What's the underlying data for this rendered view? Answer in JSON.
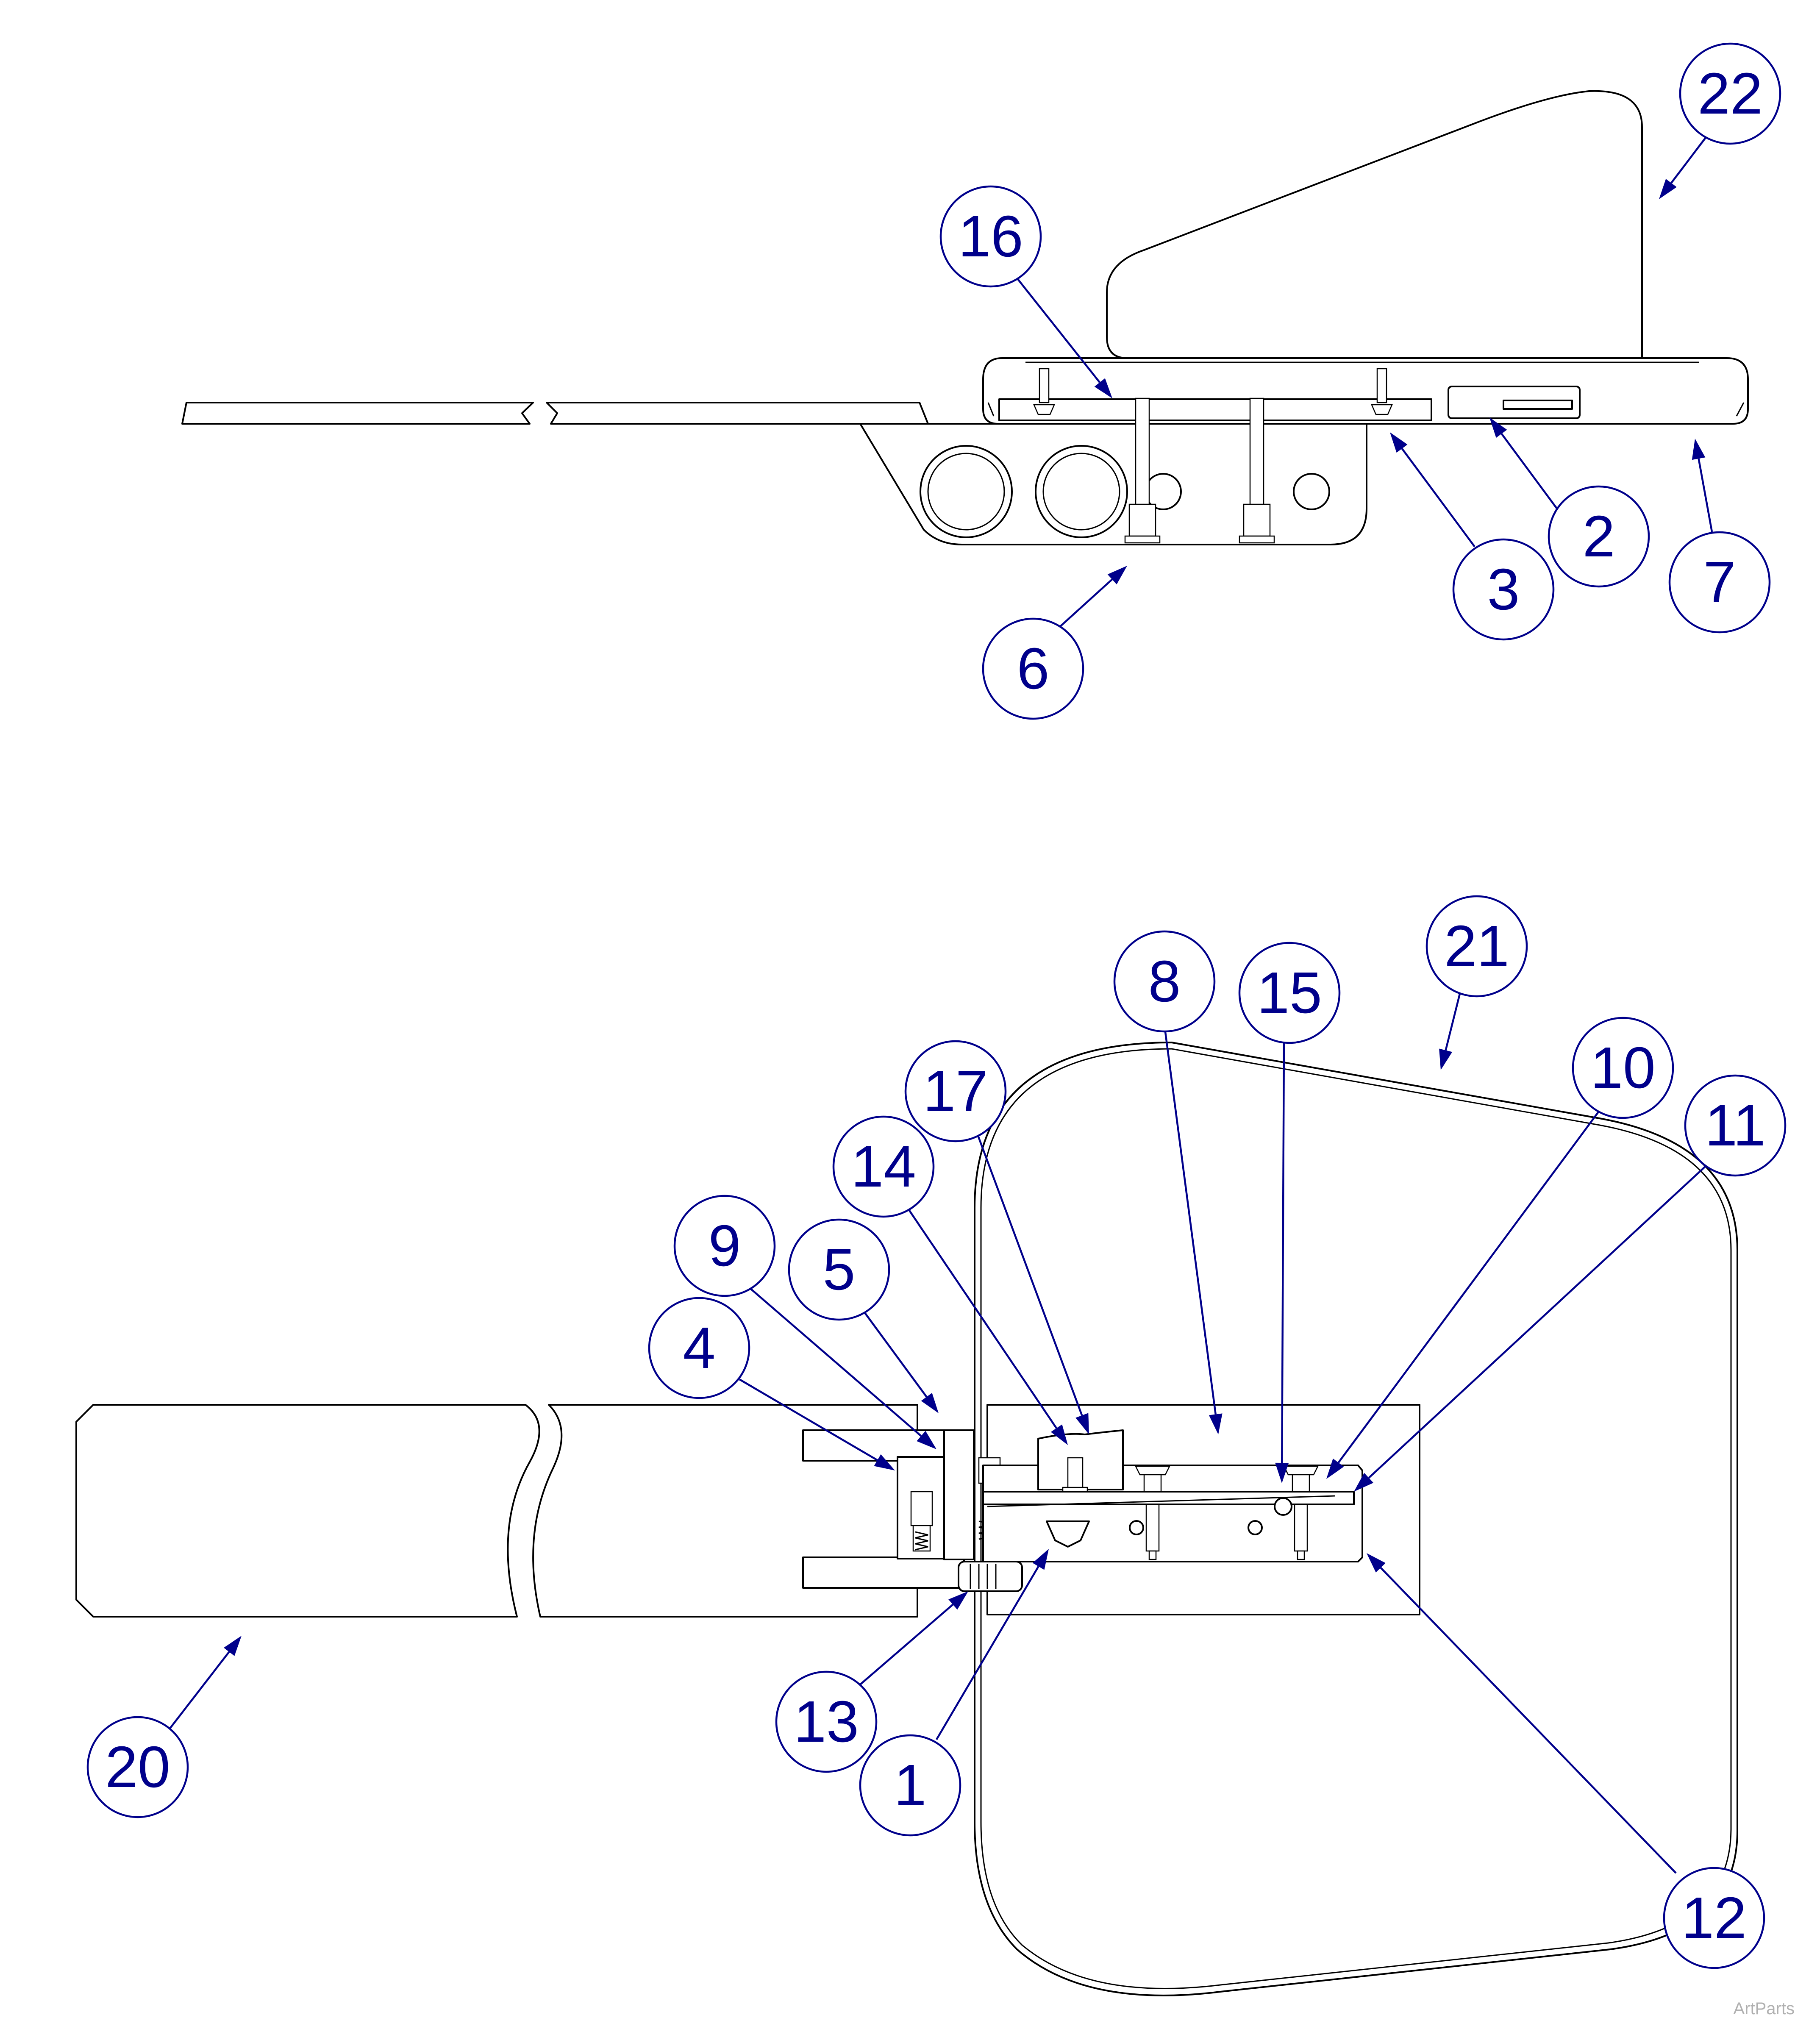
{
  "callouts": [
    {
      "id": "1",
      "label": "1"
    },
    {
      "id": "2",
      "label": "2"
    },
    {
      "id": "3",
      "label": "3"
    },
    {
      "id": "4",
      "label": "4"
    },
    {
      "id": "5",
      "label": "5"
    },
    {
      "id": "6",
      "label": "6"
    },
    {
      "id": "7",
      "label": "7"
    },
    {
      "id": "8",
      "label": "8"
    },
    {
      "id": "9",
      "label": "9"
    },
    {
      "id": "10",
      "label": "10"
    },
    {
      "id": "11",
      "label": "11"
    },
    {
      "id": "12",
      "label": "12"
    },
    {
      "id": "13",
      "label": "13"
    },
    {
      "id": "14",
      "label": "14"
    },
    {
      "id": "15",
      "label": "15"
    },
    {
      "id": "16",
      "label": "16"
    },
    {
      "id": "17",
      "label": "17"
    },
    {
      "id": "20",
      "label": "20"
    },
    {
      "id": "21",
      "label": "21"
    },
    {
      "id": "22",
      "label": "22"
    }
  ],
  "watermark": "ArtParts",
  "colors": {
    "callout": "#00008b",
    "line": "#000000",
    "watermark": "#b0b0b0"
  }
}
